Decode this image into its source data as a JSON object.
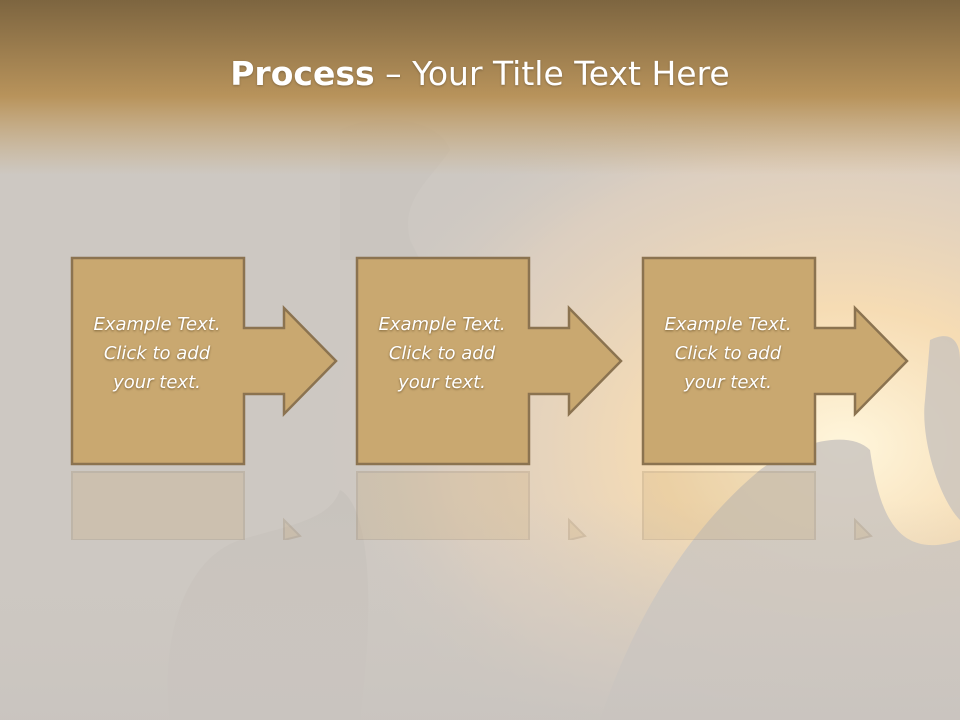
{
  "slide": {
    "title_bold": "Process",
    "title_rest": " – Your Title Text Here",
    "steps": [
      {
        "text": "Example Text.\nClick  to add\nyour text."
      },
      {
        "text": "Example Text.\nClick  to add\nyour text."
      },
      {
        "text": "Example Text.\nClick  to add\nyour text."
      }
    ]
  },
  "colors": {
    "box_fill": "#c9a870",
    "box_border": "#8b7350",
    "title_band": "#8a6f45"
  }
}
